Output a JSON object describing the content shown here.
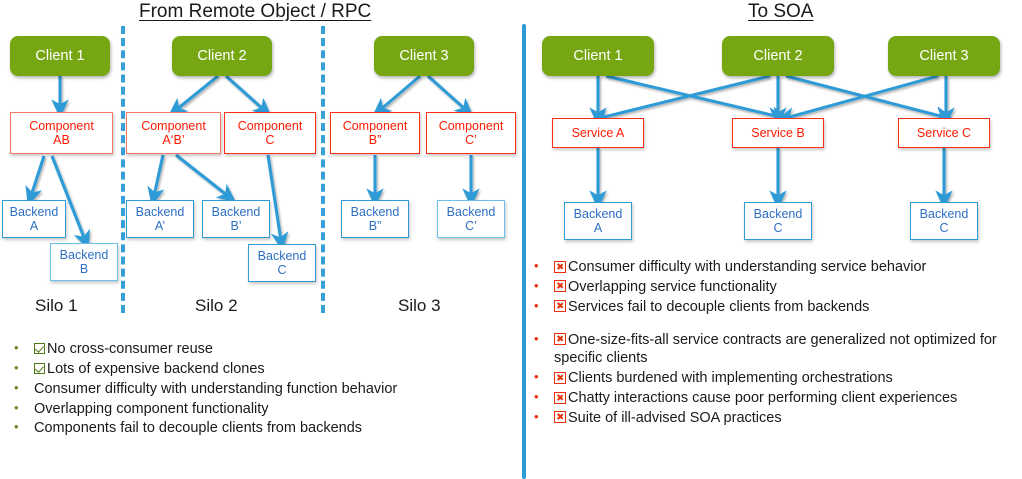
{
  "left_panel": {
    "title": "From Remote Object / RPC",
    "silos": [
      "Silo 1",
      "Silo 2",
      "Silo 3"
    ],
    "clients": [
      "Client 1",
      "Client 2",
      "Client 3"
    ],
    "components": [
      {
        "line1": "Component",
        "line2": "AB"
      },
      {
        "line1": "Component",
        "line2": "A‘B’"
      },
      {
        "line1": "Component",
        "line2": "C"
      },
      {
        "line1": "Component",
        "line2": "B”"
      },
      {
        "line1": "Component",
        "line2": "C’"
      }
    ],
    "backends": [
      {
        "line1": "Backend",
        "line2": "A"
      },
      {
        "line1": "Backend",
        "line2": "B"
      },
      {
        "line1": "Backend",
        "line2": "A’"
      },
      {
        "line1": "Backend",
        "line2": "B’"
      },
      {
        "line1": "Backend",
        "line2": "C"
      },
      {
        "line1": "Backend",
        "line2": "B”"
      },
      {
        "line1": "Backend",
        "line2": "C’"
      }
    ],
    "bullets": [
      {
        "mark": "checkbox",
        "text": "No cross-consumer reuse"
      },
      {
        "mark": "checkbox",
        "text": "Lots of expensive backend clones"
      },
      {
        "mark": "none",
        "text": "Consumer difficulty with understanding function behavior"
      },
      {
        "mark": "none",
        "text": "Overlapping component functionality"
      },
      {
        "mark": "none",
        "text": "Components fail to decouple clients from backends"
      }
    ]
  },
  "right_panel": {
    "title": "To SOA",
    "clients": [
      "Client 1",
      "Client 2",
      "Client 3"
    ],
    "services": [
      "Service A",
      "Service B",
      "Service C"
    ],
    "backends": [
      {
        "line1": "Backend",
        "line2": "A"
      },
      {
        "line1": "Backend",
        "line2": "C"
      },
      {
        "line1": "Backend",
        "line2": "C"
      }
    ],
    "bullets": [
      {
        "mark": "xbox",
        "text": "Consumer difficulty with understanding service behavior"
      },
      {
        "mark": "xbox",
        "text": "Overlapping service functionality"
      },
      {
        "mark": "xbox",
        "text": "Services fail to decouple clients from backends"
      },
      {
        "mark": "spacer",
        "text": ""
      },
      {
        "mark": "xbox",
        "text": "One-size-fits-all service contracts are generalized not optimized for specific clients"
      },
      {
        "mark": "xbox",
        "text": "Clients burdened with implementing orchestrations"
      },
      {
        "mark": "xbox",
        "text": "Chatty interactions cause poor performing client experiences"
      },
      {
        "mark": "xbox",
        "text": "Suite of ill-advised SOA practices"
      }
    ]
  },
  "colors": {
    "client_green": "#76A713",
    "component_red": "#FF1A00",
    "backend_blue": "#2E6FC4",
    "arrow_blue": "#2E9BD6",
    "check_green": "#4E7A16",
    "x_red": "#E8310C"
  }
}
